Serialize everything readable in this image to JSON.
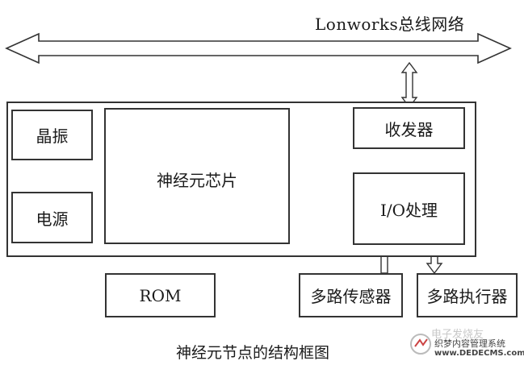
{
  "diagram": {
    "bus_label": "Lonworks总线网络",
    "nodes": {
      "crystal": "晶振",
      "power": "电源",
      "neuron_chip": "神经元芯片",
      "transceiver": "收发器",
      "io_processing": "I/O处理",
      "rom": "ROM",
      "multi_sensor": "多路传感器",
      "multi_actuator": "多路执行器"
    },
    "caption": "神经元节点的结构框图"
  },
  "watermark": {
    "logo_text": "电子发烧友",
    "line1": "织梦内容管理系统",
    "line2": "www.DEDECMS.com"
  }
}
